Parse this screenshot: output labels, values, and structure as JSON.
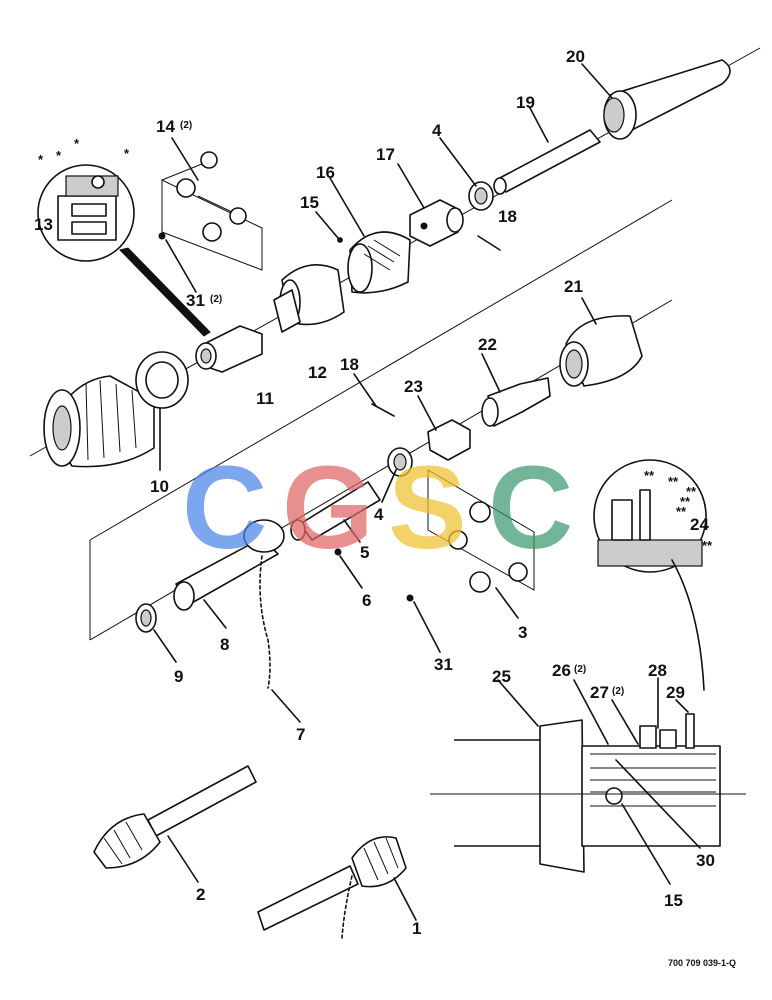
{
  "callouts": [
    {
      "id": "c20",
      "text": "20"
    },
    {
      "id": "c19",
      "text": "19"
    },
    {
      "id": "c4a",
      "text": "4"
    },
    {
      "id": "c17",
      "text": "17"
    },
    {
      "id": "c18a",
      "text": "18"
    },
    {
      "id": "c16",
      "text": "16"
    },
    {
      "id": "c15a",
      "text": "15"
    },
    {
      "id": "c14",
      "text": "14"
    },
    {
      "id": "c14q",
      "text": "(2)"
    },
    {
      "id": "c13",
      "text": "13"
    },
    {
      "id": "c31a",
      "text": "31"
    },
    {
      "id": "c31aq",
      "text": "(2)"
    },
    {
      "id": "c12",
      "text": "12"
    },
    {
      "id": "c11",
      "text": "11"
    },
    {
      "id": "c21",
      "text": "21"
    },
    {
      "id": "c22",
      "text": "22"
    },
    {
      "id": "c18b",
      "text": "18"
    },
    {
      "id": "c23",
      "text": "23"
    },
    {
      "id": "c10",
      "text": "10"
    },
    {
      "id": "c4b",
      "text": "4"
    },
    {
      "id": "c5",
      "text": "5"
    },
    {
      "id": "c6",
      "text": "6"
    },
    {
      "id": "c3",
      "text": "3"
    },
    {
      "id": "c24",
      "text": "24"
    },
    {
      "id": "c8",
      "text": "8"
    },
    {
      "id": "c9",
      "text": "9"
    },
    {
      "id": "c7",
      "text": "7"
    },
    {
      "id": "c31b",
      "text": "31"
    },
    {
      "id": "c25",
      "text": "25"
    },
    {
      "id": "c26",
      "text": "26"
    },
    {
      "id": "c26q",
      "text": "(2)"
    },
    {
      "id": "c27",
      "text": "27"
    },
    {
      "id": "c27q",
      "text": "(2)"
    },
    {
      "id": "c28",
      "text": "28"
    },
    {
      "id": "c29",
      "text": "29"
    },
    {
      "id": "c30",
      "text": "30"
    },
    {
      "id": "c15b",
      "text": "15"
    },
    {
      "id": "c2",
      "text": "2"
    },
    {
      "id": "c1",
      "text": "1"
    }
  ],
  "detail_13_marks": [
    "*",
    "*",
    "*",
    "*"
  ],
  "detail_24_marks": [
    "**",
    "**",
    "**",
    "**",
    "**",
    "**"
  ],
  "reference_number": "700 709 039-1-Q",
  "watermark": {
    "letters": [
      "C",
      "G",
      "S",
      "C"
    ],
    "colors": [
      "#4a86e8",
      "#e06666",
      "#f1c232",
      "#3d9970"
    ]
  }
}
